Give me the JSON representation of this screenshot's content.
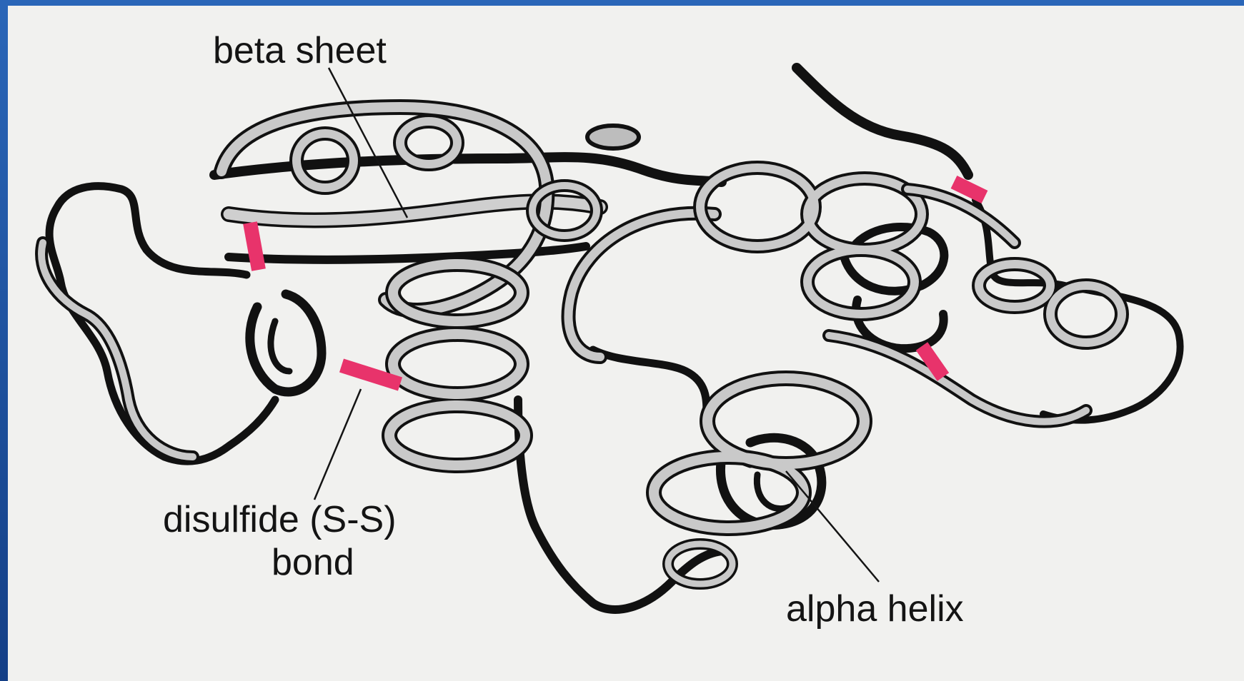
{
  "labels": {
    "beta_sheet": "beta sheet",
    "disulfide_line1": "disulfide (S-S)",
    "disulfide_line2": "bond",
    "alpha_helix": "alpha helix"
  },
  "colors": {
    "frame": "#1a4f9a",
    "panel": "#f1f1ef",
    "ribbon_dark": "#111111",
    "ribbon_light": "#c9c9c9",
    "bond": "#e8336b"
  }
}
